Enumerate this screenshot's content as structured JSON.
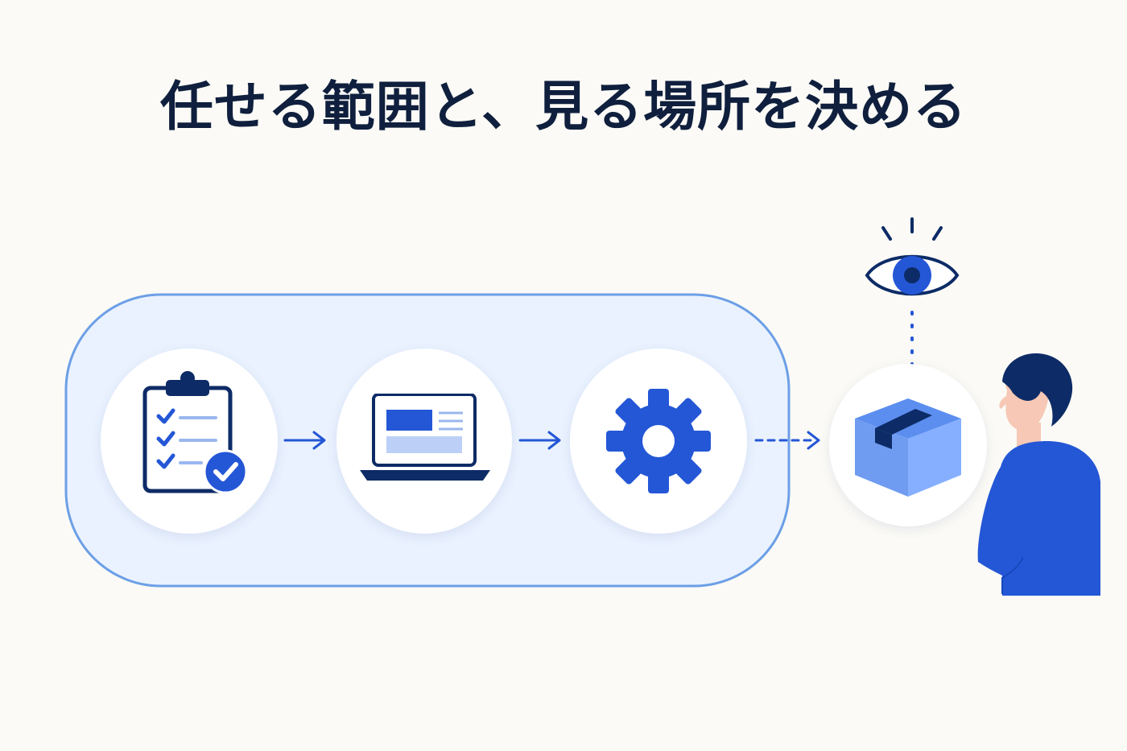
{
  "title": "任せる範囲と、見る場所を決める",
  "colors": {
    "background": "#fbfaf6",
    "title": "#0f1f3d",
    "accent_blue": "#2457d6",
    "navy": "#0d2b66",
    "light_blue": "#7ea8f2",
    "scope_fill": "#eaf2ff",
    "scope_stroke": "#6c9fe6",
    "skin": "#f6c8b5"
  },
  "diagram": {
    "scope_region": "delegated-process",
    "steps": [
      {
        "name": "checklist",
        "icon": "clipboard-check-icon"
      },
      {
        "name": "laptop",
        "icon": "laptop-icon"
      },
      {
        "name": "automation",
        "icon": "gear-icon"
      }
    ],
    "output": {
      "name": "deliverable",
      "icon": "box-icon"
    },
    "observer": {
      "icon": "eye-icon",
      "person": "reviewer-person"
    }
  }
}
